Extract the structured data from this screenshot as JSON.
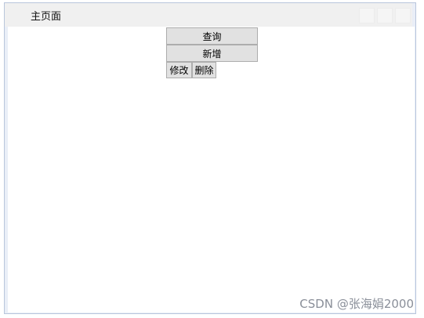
{
  "window": {
    "title": "主页面"
  },
  "buttons": {
    "query": "查询",
    "add": "新增",
    "edit": "修改",
    "delete": "删除"
  },
  "watermark": "CSDN @张海娟2000"
}
